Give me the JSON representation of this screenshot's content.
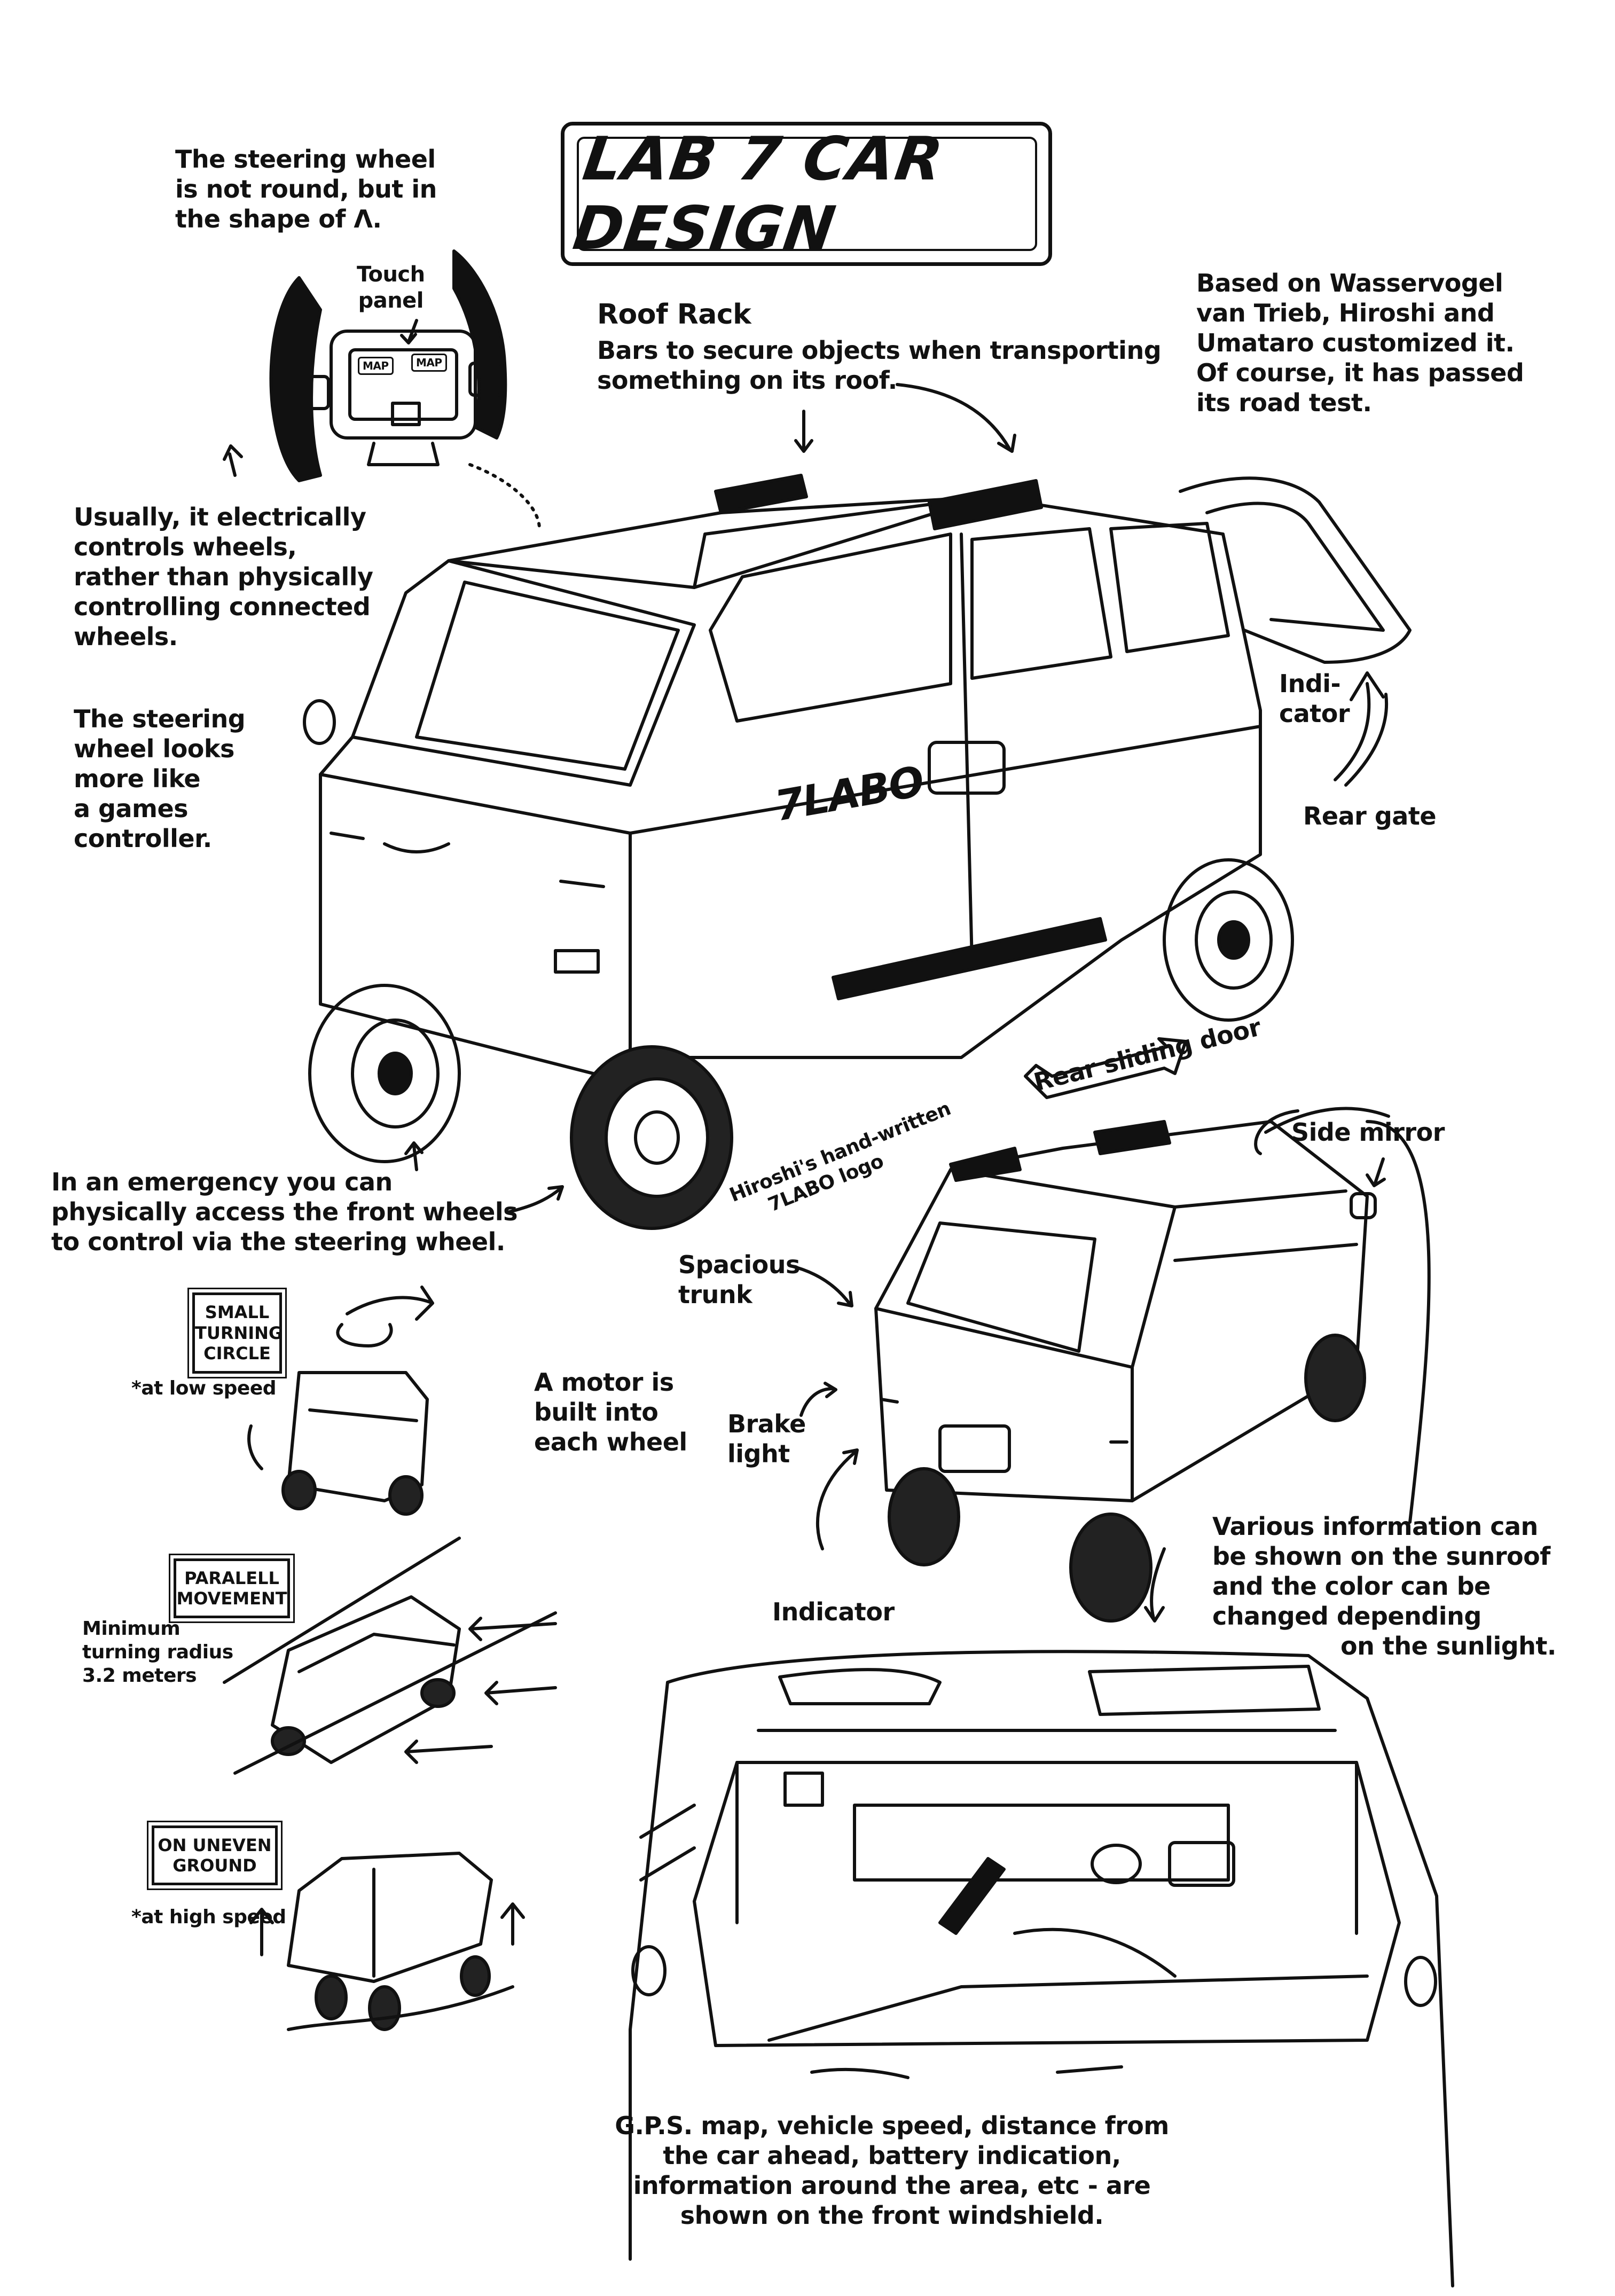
{
  "title": "LAB 7 CAR DESIGN",
  "notes": {
    "steering_shape": [
      "The steering wheel",
      "is not round, but in",
      "the shape of ",
      "Λ",
      "."
    ],
    "touch_panel": [
      "Touch",
      "panel"
    ],
    "roof_rack_title": "Roof Rack",
    "roof_rack_body": [
      "Bars to secure objects when transporting",
      "something on its roof."
    ],
    "based_on": [
      "Based on Wasservogel",
      "van Trieb, Hiroshi and",
      "Umataro customized it.",
      "Of course, it has passed",
      "its road test."
    ],
    "electric_control": [
      "Usually, it electrically",
      "controls wheels,",
      "rather than physically",
      "controlling connected",
      "wheels."
    ],
    "games_controller": [
      "The steering",
      "wheel looks",
      "more like",
      "a games",
      "controller."
    ],
    "indicator_top": [
      "Indi-",
      "cator"
    ],
    "rear_gate": "Rear gate",
    "rear_sliding_door": "Rear sliding door",
    "logo_note": [
      "Hiroshi's hand-written",
      "7LABO logo"
    ],
    "emergency": [
      "In an emergency you can",
      "physically access the front wheels",
      "to control via the steering wheel."
    ],
    "side_mirror": "Side mirror",
    "spacious_trunk": [
      "Spacious",
      "trunk"
    ],
    "motor": [
      "A motor is",
      "built into",
      "each wheel"
    ],
    "brake_light": [
      "Brake",
      "light"
    ],
    "indicator_bottom": "Indicator",
    "sunroof": [
      "Various information can",
      "be shown on the sunroof",
      "and the color can be",
      "changed depending",
      "on the sunlight."
    ],
    "windshield": [
      "G.P.S. map, vehicle speed, distance from",
      "the car ahead, battery indication,",
      "information around the area, etc - are",
      "shown on the front windshield."
    ]
  },
  "boxes": {
    "small_turning": [
      "SMALL",
      "TURNING",
      "CIRCLE"
    ],
    "low_speed": "*at low speed",
    "parallel": [
      "PARALELL",
      "MOVEMENT"
    ],
    "min_turning": [
      "Minimum",
      "turning radius",
      "3.2 meters"
    ],
    "uneven": [
      "ON UNEVEN",
      "GROUND"
    ],
    "high_speed": "*at high speed"
  },
  "car_logo": "7LABO",
  "touch_screen_buttons": [
    "MAP",
    "MAP"
  ]
}
